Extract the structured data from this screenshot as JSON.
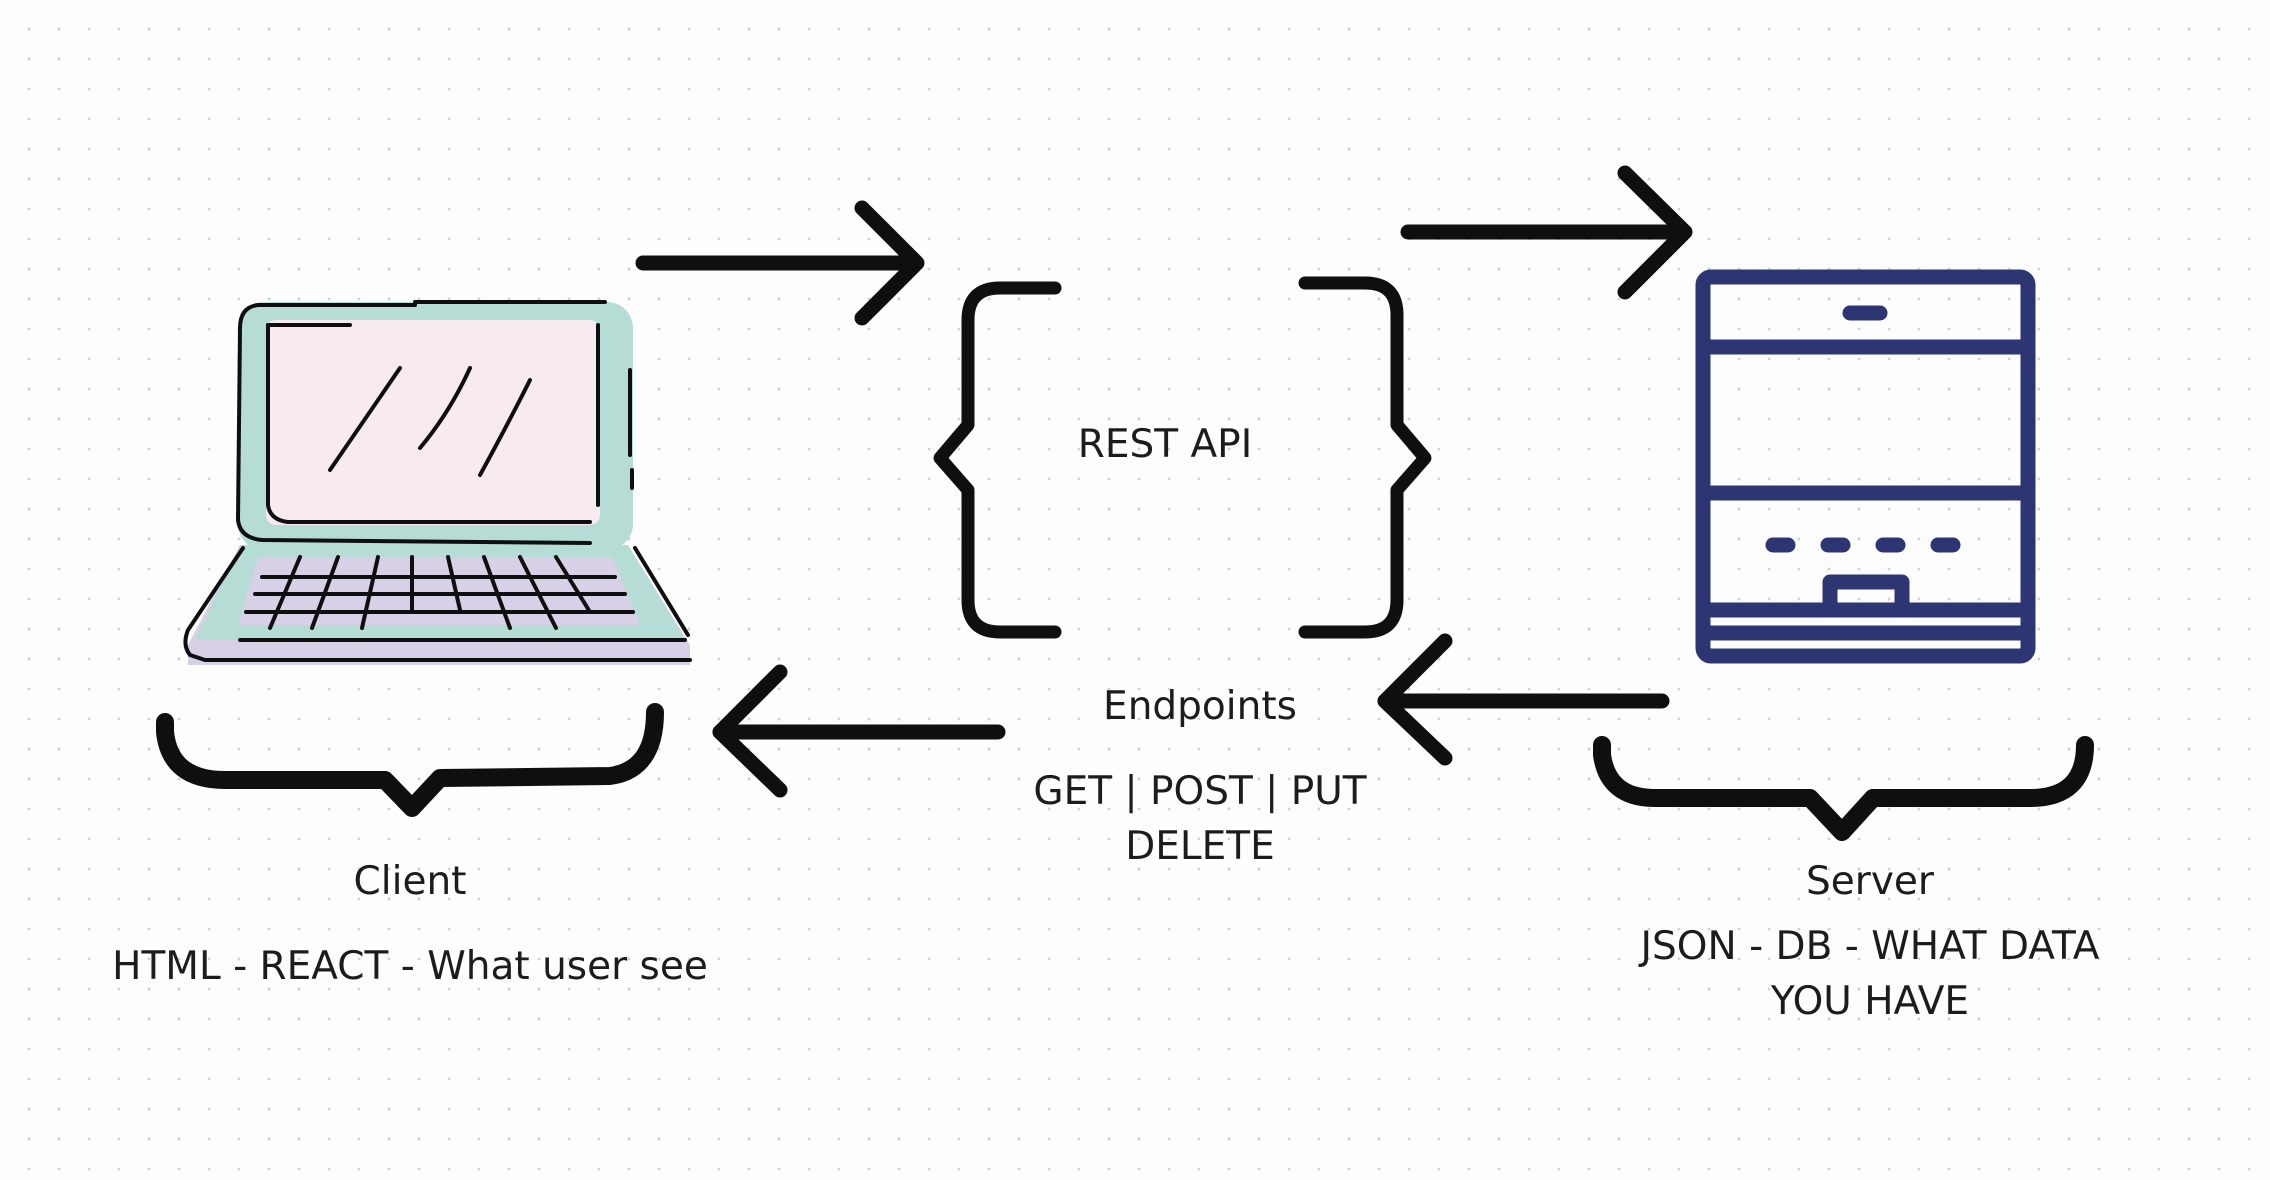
{
  "client": {
    "title": "Client",
    "subtitle": "HTML - REACT - What user see"
  },
  "api": {
    "title": "REST API",
    "endpoints_label": "Endpoints",
    "methods_line1": "GET | POST | PUT",
    "methods_line2": "DELETE"
  },
  "server": {
    "title": "Server",
    "subtitle_line1": "JSON - DB - WHAT DATA",
    "subtitle_line2": "YOU HAVE"
  },
  "icons": {
    "client": "laptop-icon",
    "server": "server-rack-icon"
  },
  "colors": {
    "laptop_frame": "#b5ddd6",
    "laptop_screen": "#f8ebf0",
    "laptop_keyboard": "#d7d0e7",
    "server_blue": "#2e3573",
    "arrow": "#0f0f0f"
  }
}
